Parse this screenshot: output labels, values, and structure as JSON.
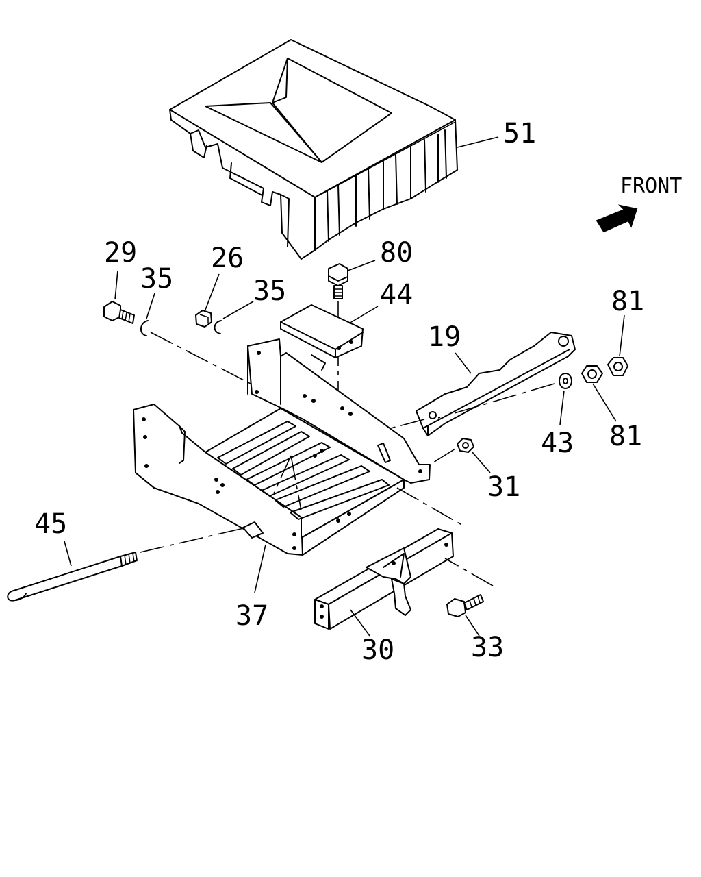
{
  "direction_label": "FRONT",
  "callouts": {
    "c51": "51",
    "c80": "80",
    "c29": "29",
    "c26": "26",
    "c35a": "35",
    "c35b": "35",
    "c44": "44",
    "c19": "19",
    "c81a": "81",
    "c81b": "81",
    "c43": "43",
    "c31": "31",
    "c45": "45",
    "c37": "37",
    "c30": "30",
    "c33": "33"
  },
  "icons": {
    "front_arrow": "front-direction-arrow"
  }
}
